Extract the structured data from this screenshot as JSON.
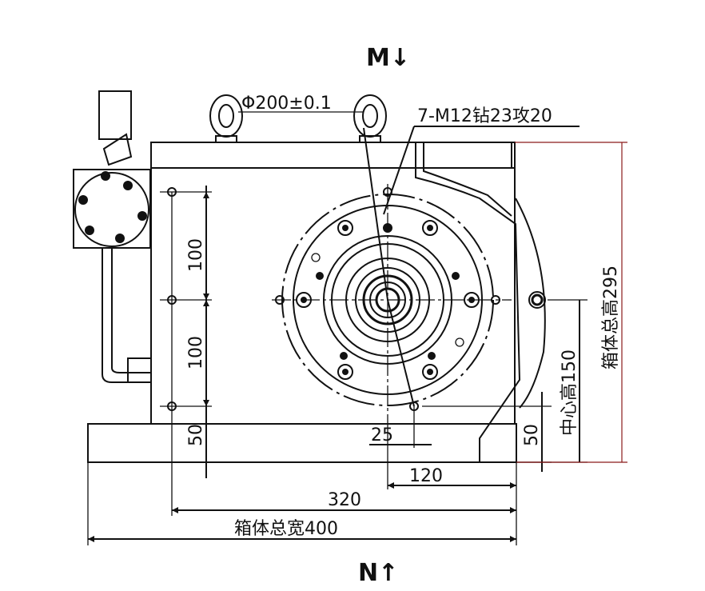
{
  "labels": {
    "view_top": "M↓",
    "view_bottom": "N↑",
    "ring_dia": "Φ200±0.1",
    "holes": "7-M12钻23攻20",
    "total_height": "箱体总高295",
    "center_height": "中心高150",
    "dim_100_upper": "100",
    "dim_100_lower": "100",
    "dim_50_left": "50",
    "dim_50_right": "50",
    "dim_25": "25",
    "dim_120": "120",
    "dim_320": "320",
    "total_width": "箱体总宽400"
  }
}
